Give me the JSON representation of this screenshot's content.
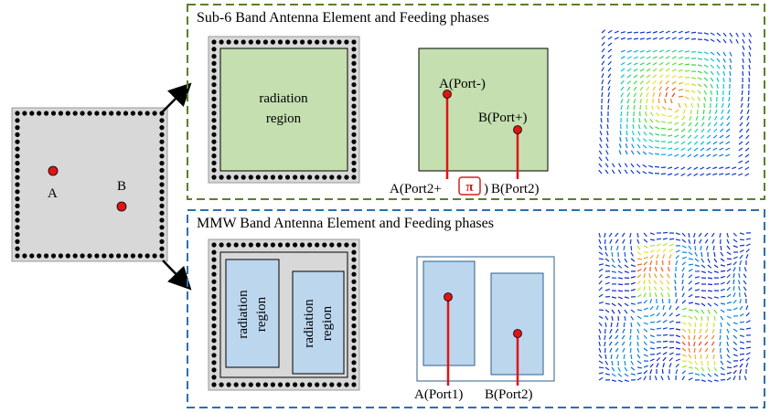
{
  "colors": {
    "panel_fill": "#d8d8d8",
    "green_fill": "#c5dfb0",
    "blue_fill": "#bcd6ee",
    "green_border": "#5b7f2b",
    "blue_border": "#2e6fad",
    "feed_red": "#e01414",
    "via_black": "#000000"
  },
  "left_element": {
    "port_a": "A",
    "port_b": "B"
  },
  "sub6": {
    "title": "Sub-6 Band Antenna Element and Feeding phases",
    "radiation_line1": "radiation",
    "radiation_line2": "region",
    "port_minus": "A(Port-)",
    "port_plus": "B(Port+)",
    "feed_a_prefix": "A(Port2+",
    "feed_a_symbol": "π",
    "feed_a_suffix": ")",
    "feed_b": "B(Port2)"
  },
  "mmw": {
    "title": "MMW Band Antenna Element and Feeding phases",
    "radiation_line1": "radiation",
    "radiation_line2": "region",
    "feed_a": "A(Port1)",
    "feed_b": "B(Port2)"
  }
}
